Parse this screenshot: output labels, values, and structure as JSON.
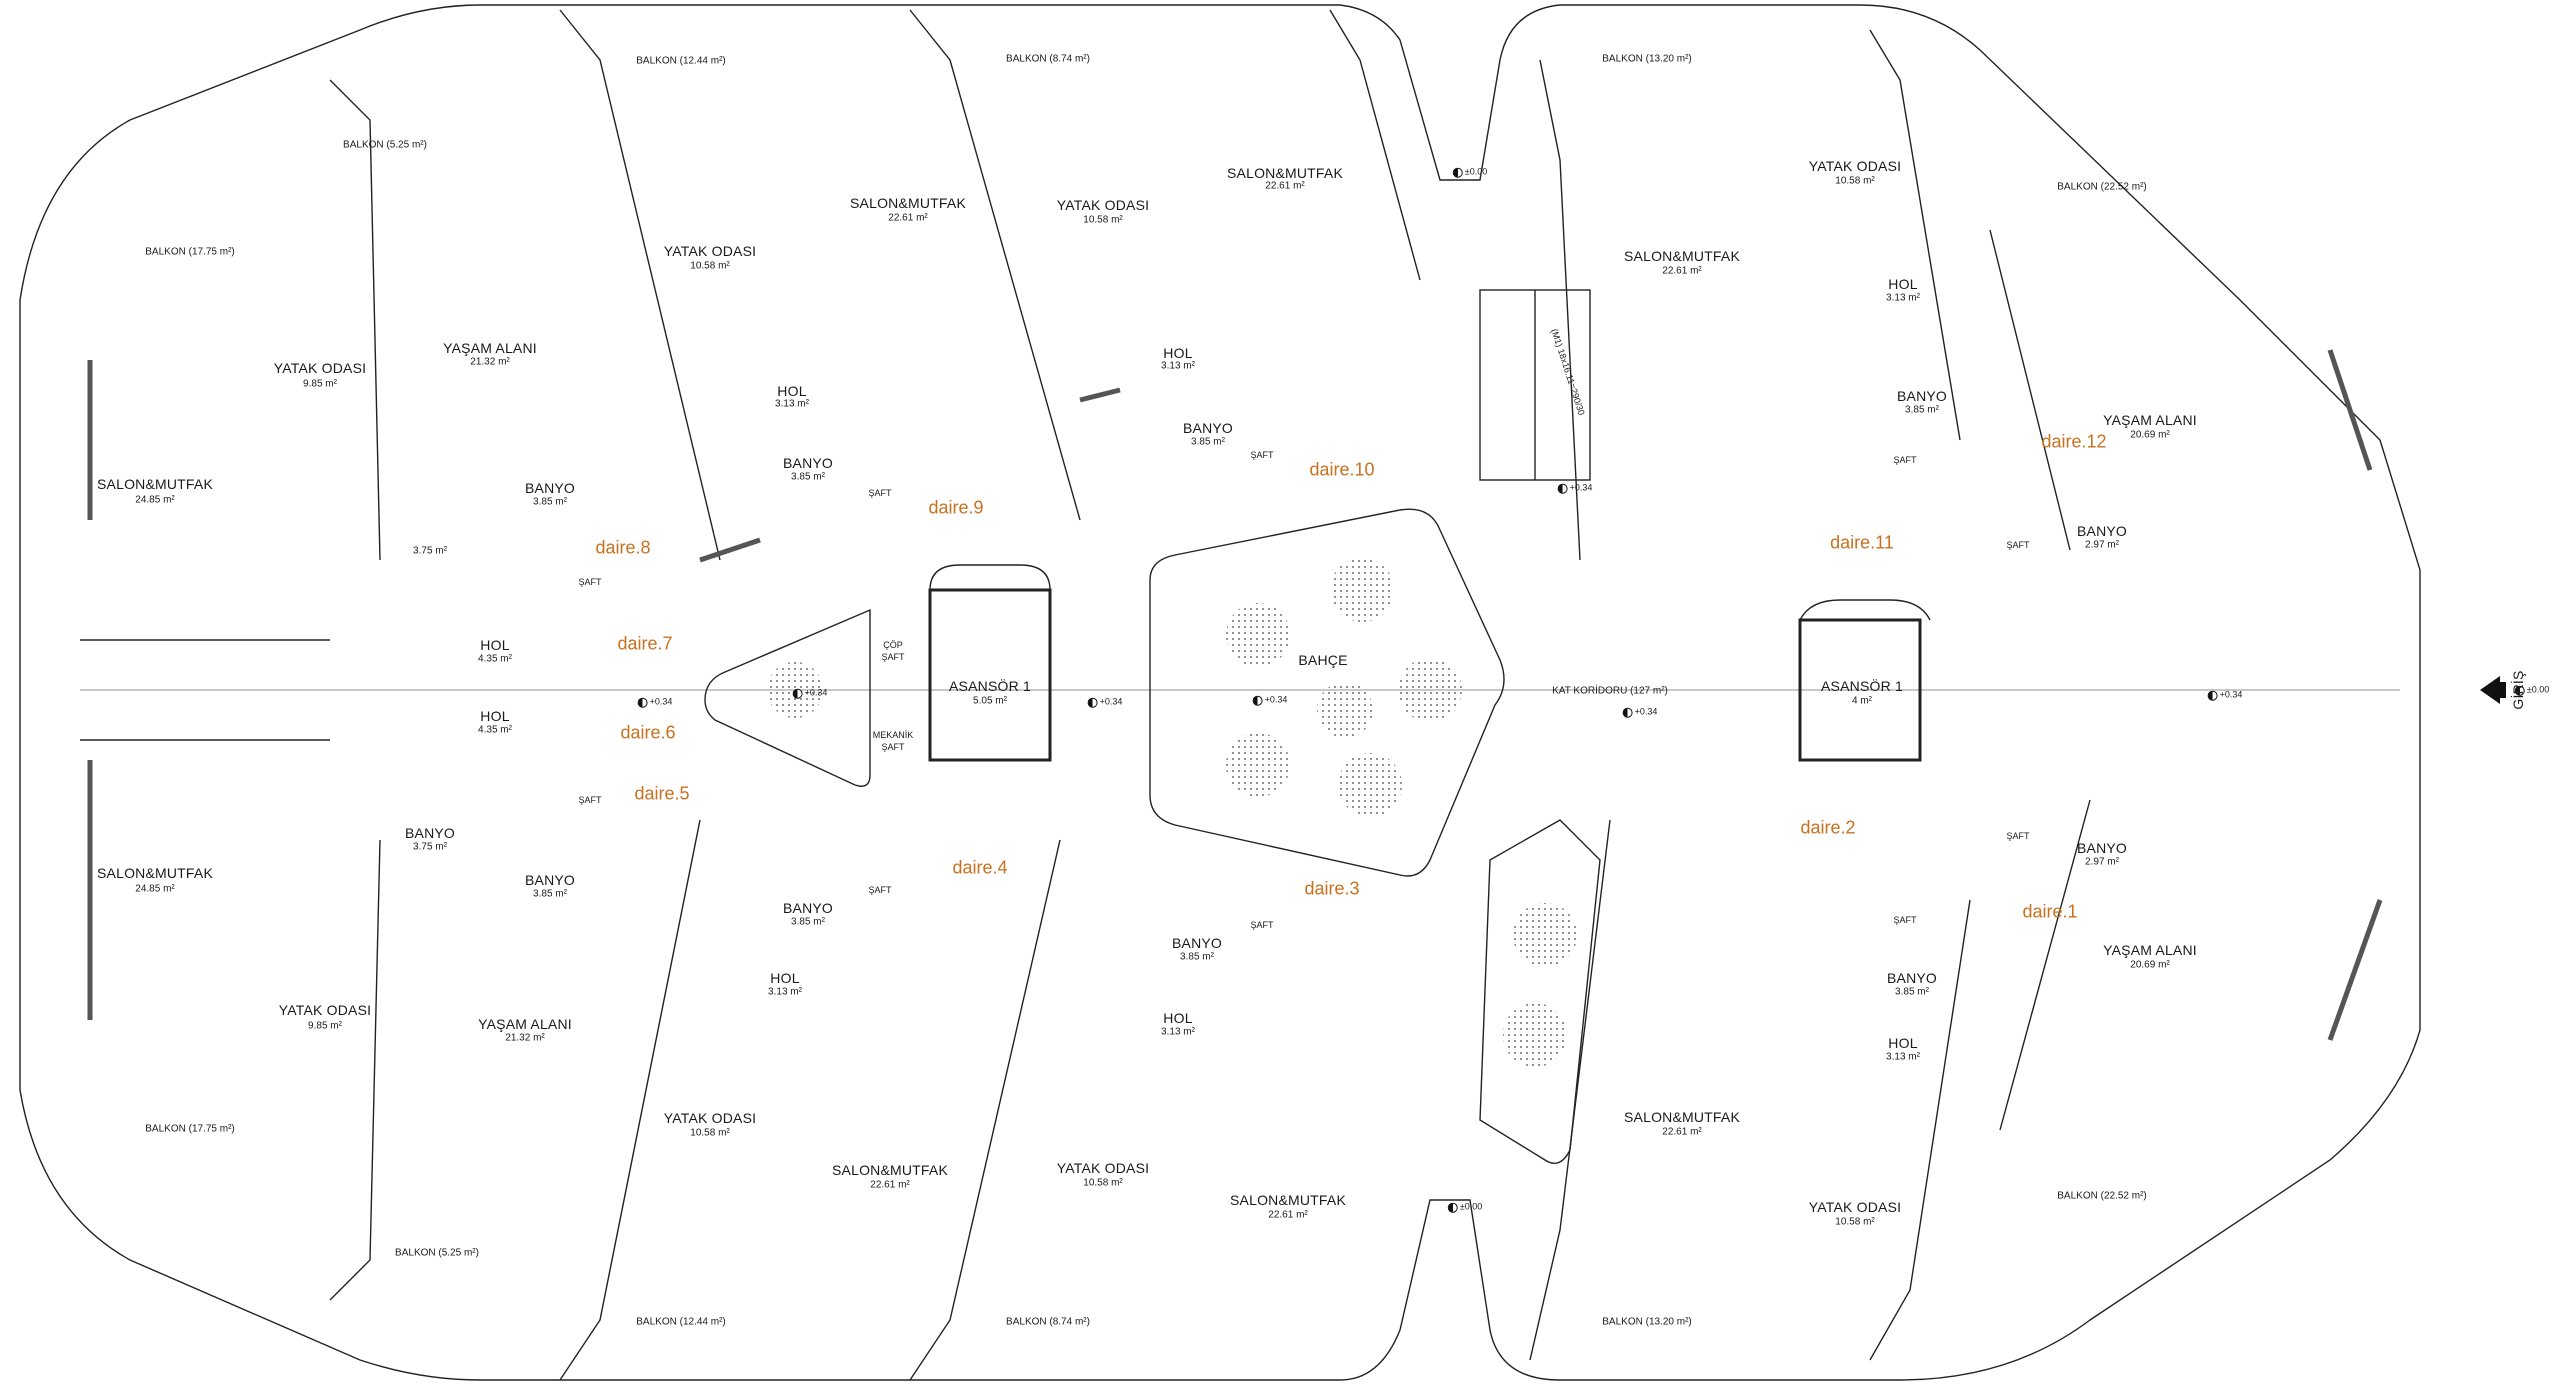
{
  "units": [
    "daire.1",
    "daire.2",
    "daire.3",
    "daire.4",
    "daire.5",
    "daire.6",
    "daire.7",
    "daire.8",
    "daire.9",
    "daire.10",
    "daire.11",
    "daire.12"
  ],
  "rooms": {
    "salon_mutfak": "SALON&MUTFAK",
    "yatak_odasi": "YATAK ODASI",
    "yasam_alani": "YAŞAM ALANI",
    "banyo": "BANYO",
    "hol": "HOL",
    "asansor": "ASANSÖR 1",
    "bahce": "BAHÇE",
    "kat_koridoru": "KAT KORİDORU (127 m²)",
    "saft": "ŞAFT",
    "cop": "ÇÖP",
    "mekanik": "MEKANİK",
    "giris": "GİRİŞ"
  },
  "areas": {
    "a2485": "24.85 m²",
    "a985": "9.85 m²",
    "a2132": "21.32 m²",
    "a385": "3.85 m²",
    "a375": "3.75 m²",
    "a435": "4.35 m²",
    "a1058": "10.58 m²",
    "a2261": "22.61 m²",
    "a313": "3.13 m²",
    "a505": "5.05 m²",
    "a4": "4 m²",
    "a2069": "20.69 m²",
    "a297": "2.97 m²",
    "plain375": "3.75 m²"
  },
  "balconies": {
    "b1775": "BALKON (17.75 m²)",
    "b525": "BALKON (5.25 m²)",
    "b1244": "BALKON (12.44 m²)",
    "b874": "BALKON (8.74 m²)",
    "b1320": "BALKON (13.20 m²)",
    "b2252": "BALKON (22.52 m²)"
  },
  "levels": {
    "plus034": "+0.34",
    "pm000": "±0.00"
  },
  "stair_note": "(M1) 18x16.11=290/30"
}
